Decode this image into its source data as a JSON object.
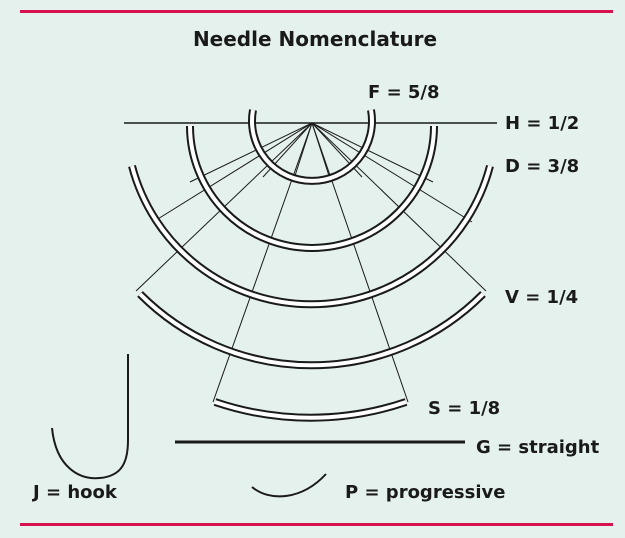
{
  "title": "Needle Nomenclature",
  "labels": {
    "f": "F = 5/8",
    "h": "H = 1/2",
    "d": "D = 3/8",
    "v": "V = 1/4",
    "s": "S = 1/8",
    "g": "G = straight",
    "j": "J = hook",
    "p": "P = progressive"
  },
  "colors": {
    "accent": "#d7104f",
    "background": "#e4f1ec",
    "ink": "#1a1a1a"
  }
}
